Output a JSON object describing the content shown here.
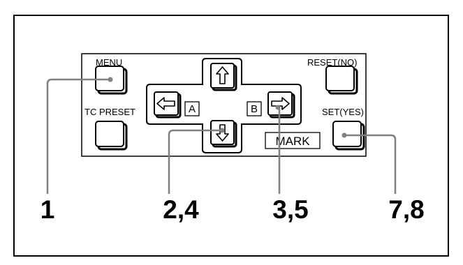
{
  "panel": {
    "buttons": {
      "menu": "MENU",
      "reset": "RESET(NO)",
      "tc_preset": "TC PRESET",
      "set": "SET(YES)"
    },
    "dpad_labels": {
      "a": "A",
      "b": "B"
    },
    "mark": "MARK"
  },
  "callouts": [
    "1",
    "2,4",
    "3,5",
    "7,8"
  ],
  "colors": {
    "leader": "#808080",
    "outline": "#000000",
    "background": "#ffffff"
  },
  "icons": [
    "arrow-up-icon",
    "arrow-down-icon",
    "arrow-left-icon",
    "arrow-right-icon"
  ]
}
